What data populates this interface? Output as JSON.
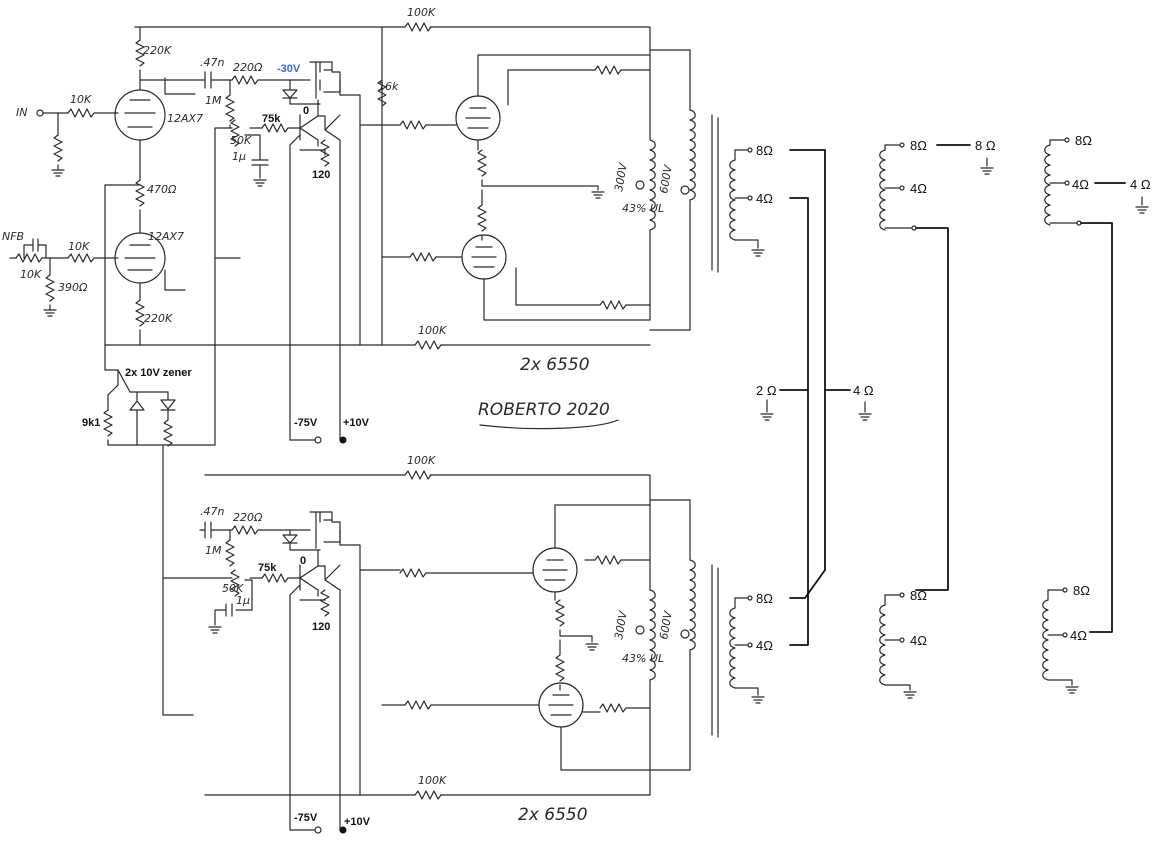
{
  "labels": {
    "in": "IN",
    "r100k": "100K",
    "r220k": "220K",
    "cap47n": ".47n",
    "r220ohm": "220Ω",
    "neg30v": "-30V",
    "r1m": "1M",
    "r16k": "16k",
    "r10k": "10K",
    "tube12ax7": "12AX7",
    "r50k": "50K",
    "r75k": "75k",
    "zero": "0",
    "cap1u": "1µ",
    "r120": "120",
    "r470ohm": "470Ω",
    "nfb": "NFB",
    "r390ohm": "390Ω",
    "r220k_cathode": "220K",
    "zener": "2x 10V zener",
    "r9k1": "9k1",
    "neg75v": "-75V",
    "pos10v": "+10V",
    "tubes_6550": "2x 6550",
    "signature": "ROBERTO 2020",
    "v300": "300V",
    "ul43": "43% UL",
    "v600": "600V",
    "tap8": "8Ω",
    "tap4": "4Ω",
    "tap8s": "8 Ω",
    "tap4s": "4 Ω",
    "out2": "2 Ω",
    "out4": "4 Ω"
  }
}
